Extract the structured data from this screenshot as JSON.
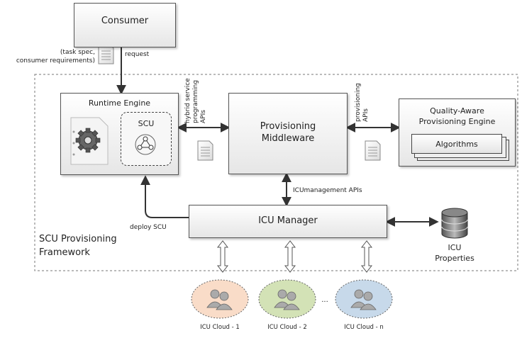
{
  "consumer": {
    "label": "Consumer"
  },
  "consumer_note": {
    "line1": "(task spec,",
    "line2": "consumer requirements)"
  },
  "request_label": "request",
  "framework": {
    "line1": "SCU Provisioning",
    "line2": "Framework"
  },
  "runtime_engine": {
    "label": "Runtime Engine",
    "scu_label": "SCU"
  },
  "hybrid_api": {
    "line1": "hybrid service",
    "line2": "programming",
    "line3": "APIs"
  },
  "middleware": {
    "line1": "Provisioning",
    "line2": "Middleware"
  },
  "prov_api": {
    "line1": "provisioning",
    "line2": "APIs"
  },
  "quality_engine": {
    "line1": "Quality-Aware",
    "line2": "Provisioning Engine",
    "algorithms": "Algorithms"
  },
  "icu_mgmt_api": "ICUmanagement APIs",
  "icu_manager": {
    "label": "ICU Manager"
  },
  "deploy_label": "deploy SCU",
  "icu_properties": {
    "line1": "ICU",
    "line2": "Properties"
  },
  "clouds": [
    {
      "label": "ICU Cloud - 1",
      "color": "#f9dcc8"
    },
    {
      "label": "ICU Cloud - 2",
      "color": "#d3e2b6"
    },
    {
      "label": "ICU Cloud - n",
      "color": "#c7d9ea"
    }
  ],
  "cloud_ellipsis": "..."
}
